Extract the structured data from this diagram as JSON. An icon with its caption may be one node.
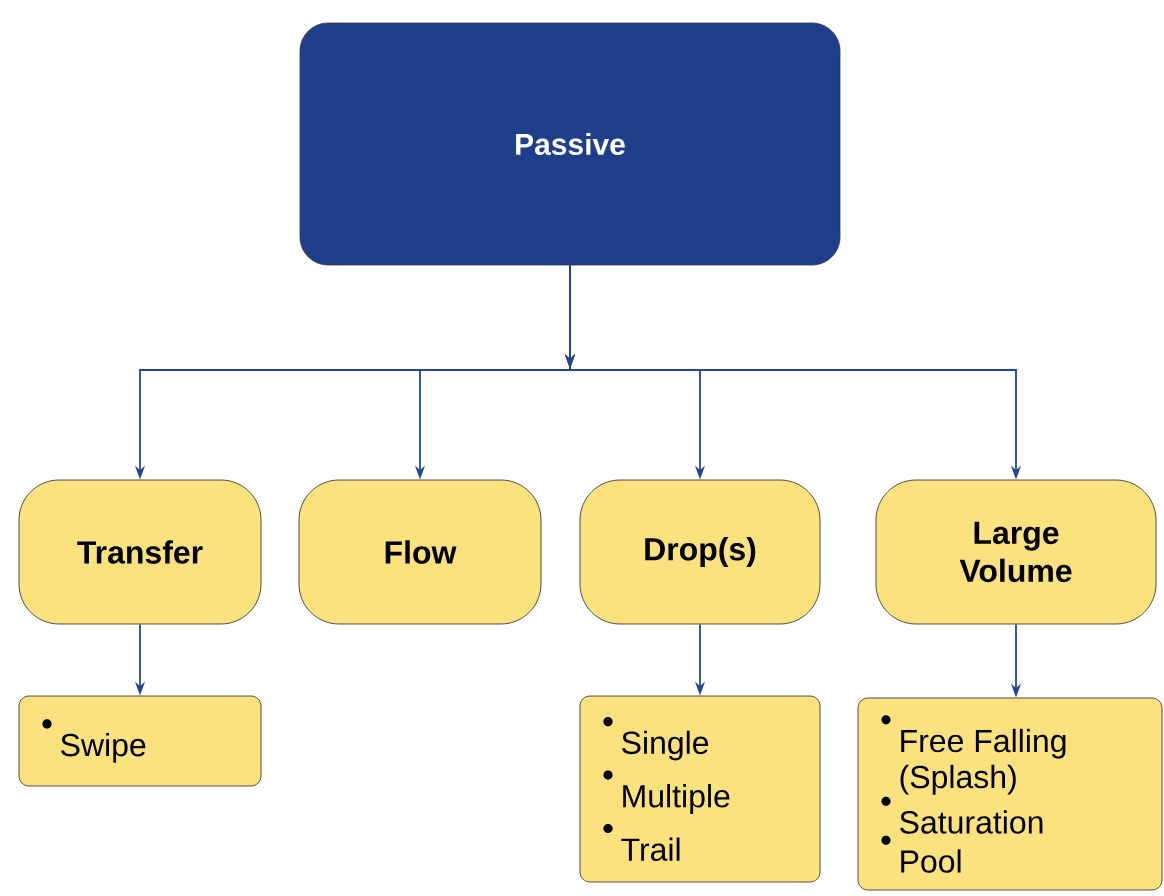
{
  "diagram": {
    "nodes": [
      {
        "text": [
          "Passive"
        ]
      },
      {
        "text": [
          "Transfer"
        ]
      },
      {
        "text": [
          "Flow"
        ]
      },
      {
        "text": [
          "Drop(s)"
        ]
      },
      {
        "text": [
          "Large Volume"
        ]
      },
      {
        "text": [
          "Swipe"
        ]
      },
      {
        "text": [
          "Single",
          "Multiple",
          "Trail"
        ]
      },
      {
        "text": [
          "Free Falling (Splash)",
          "Saturation",
          "Pool"
        ]
      }
    ],
    "edges": [
      {
        "from": 0,
        "to": 1,
        "arrow": "to"
      },
      {
        "from": 0,
        "to": 2,
        "arrow": "to"
      },
      {
        "from": 0,
        "to": 3,
        "arrow": "to"
      },
      {
        "from": 0,
        "to": 4,
        "arrow": "to"
      },
      {
        "from": 1,
        "to": 5,
        "arrow": "to"
      },
      {
        "from": 3,
        "to": 6,
        "arrow": "to"
      },
      {
        "from": 4,
        "to": 7,
        "arrow": "to"
      }
    ]
  }
}
